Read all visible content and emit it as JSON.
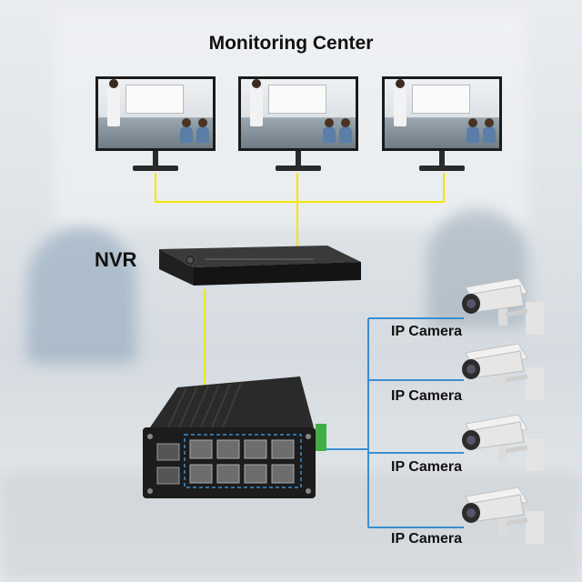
{
  "title": "Monitoring Center",
  "nvr_label": "NVR",
  "cameras": [
    {
      "label": "IP Camera"
    },
    {
      "label": "IP Camera"
    },
    {
      "label": "IP Camera"
    },
    {
      "label": "IP Camera"
    }
  ],
  "switch": {
    "side_text": "",
    "port_count": 8,
    "fiber_ports": 2
  },
  "colors": {
    "cable_yellow": "#f2e600",
    "cable_blue": "#3a8fd1",
    "device_black": "#1c1c1c",
    "terminal_green": "#3fae46"
  },
  "icons": [
    "monitor-icon",
    "nvr-icon",
    "poe-switch-icon",
    "bullet-camera-icon"
  ]
}
